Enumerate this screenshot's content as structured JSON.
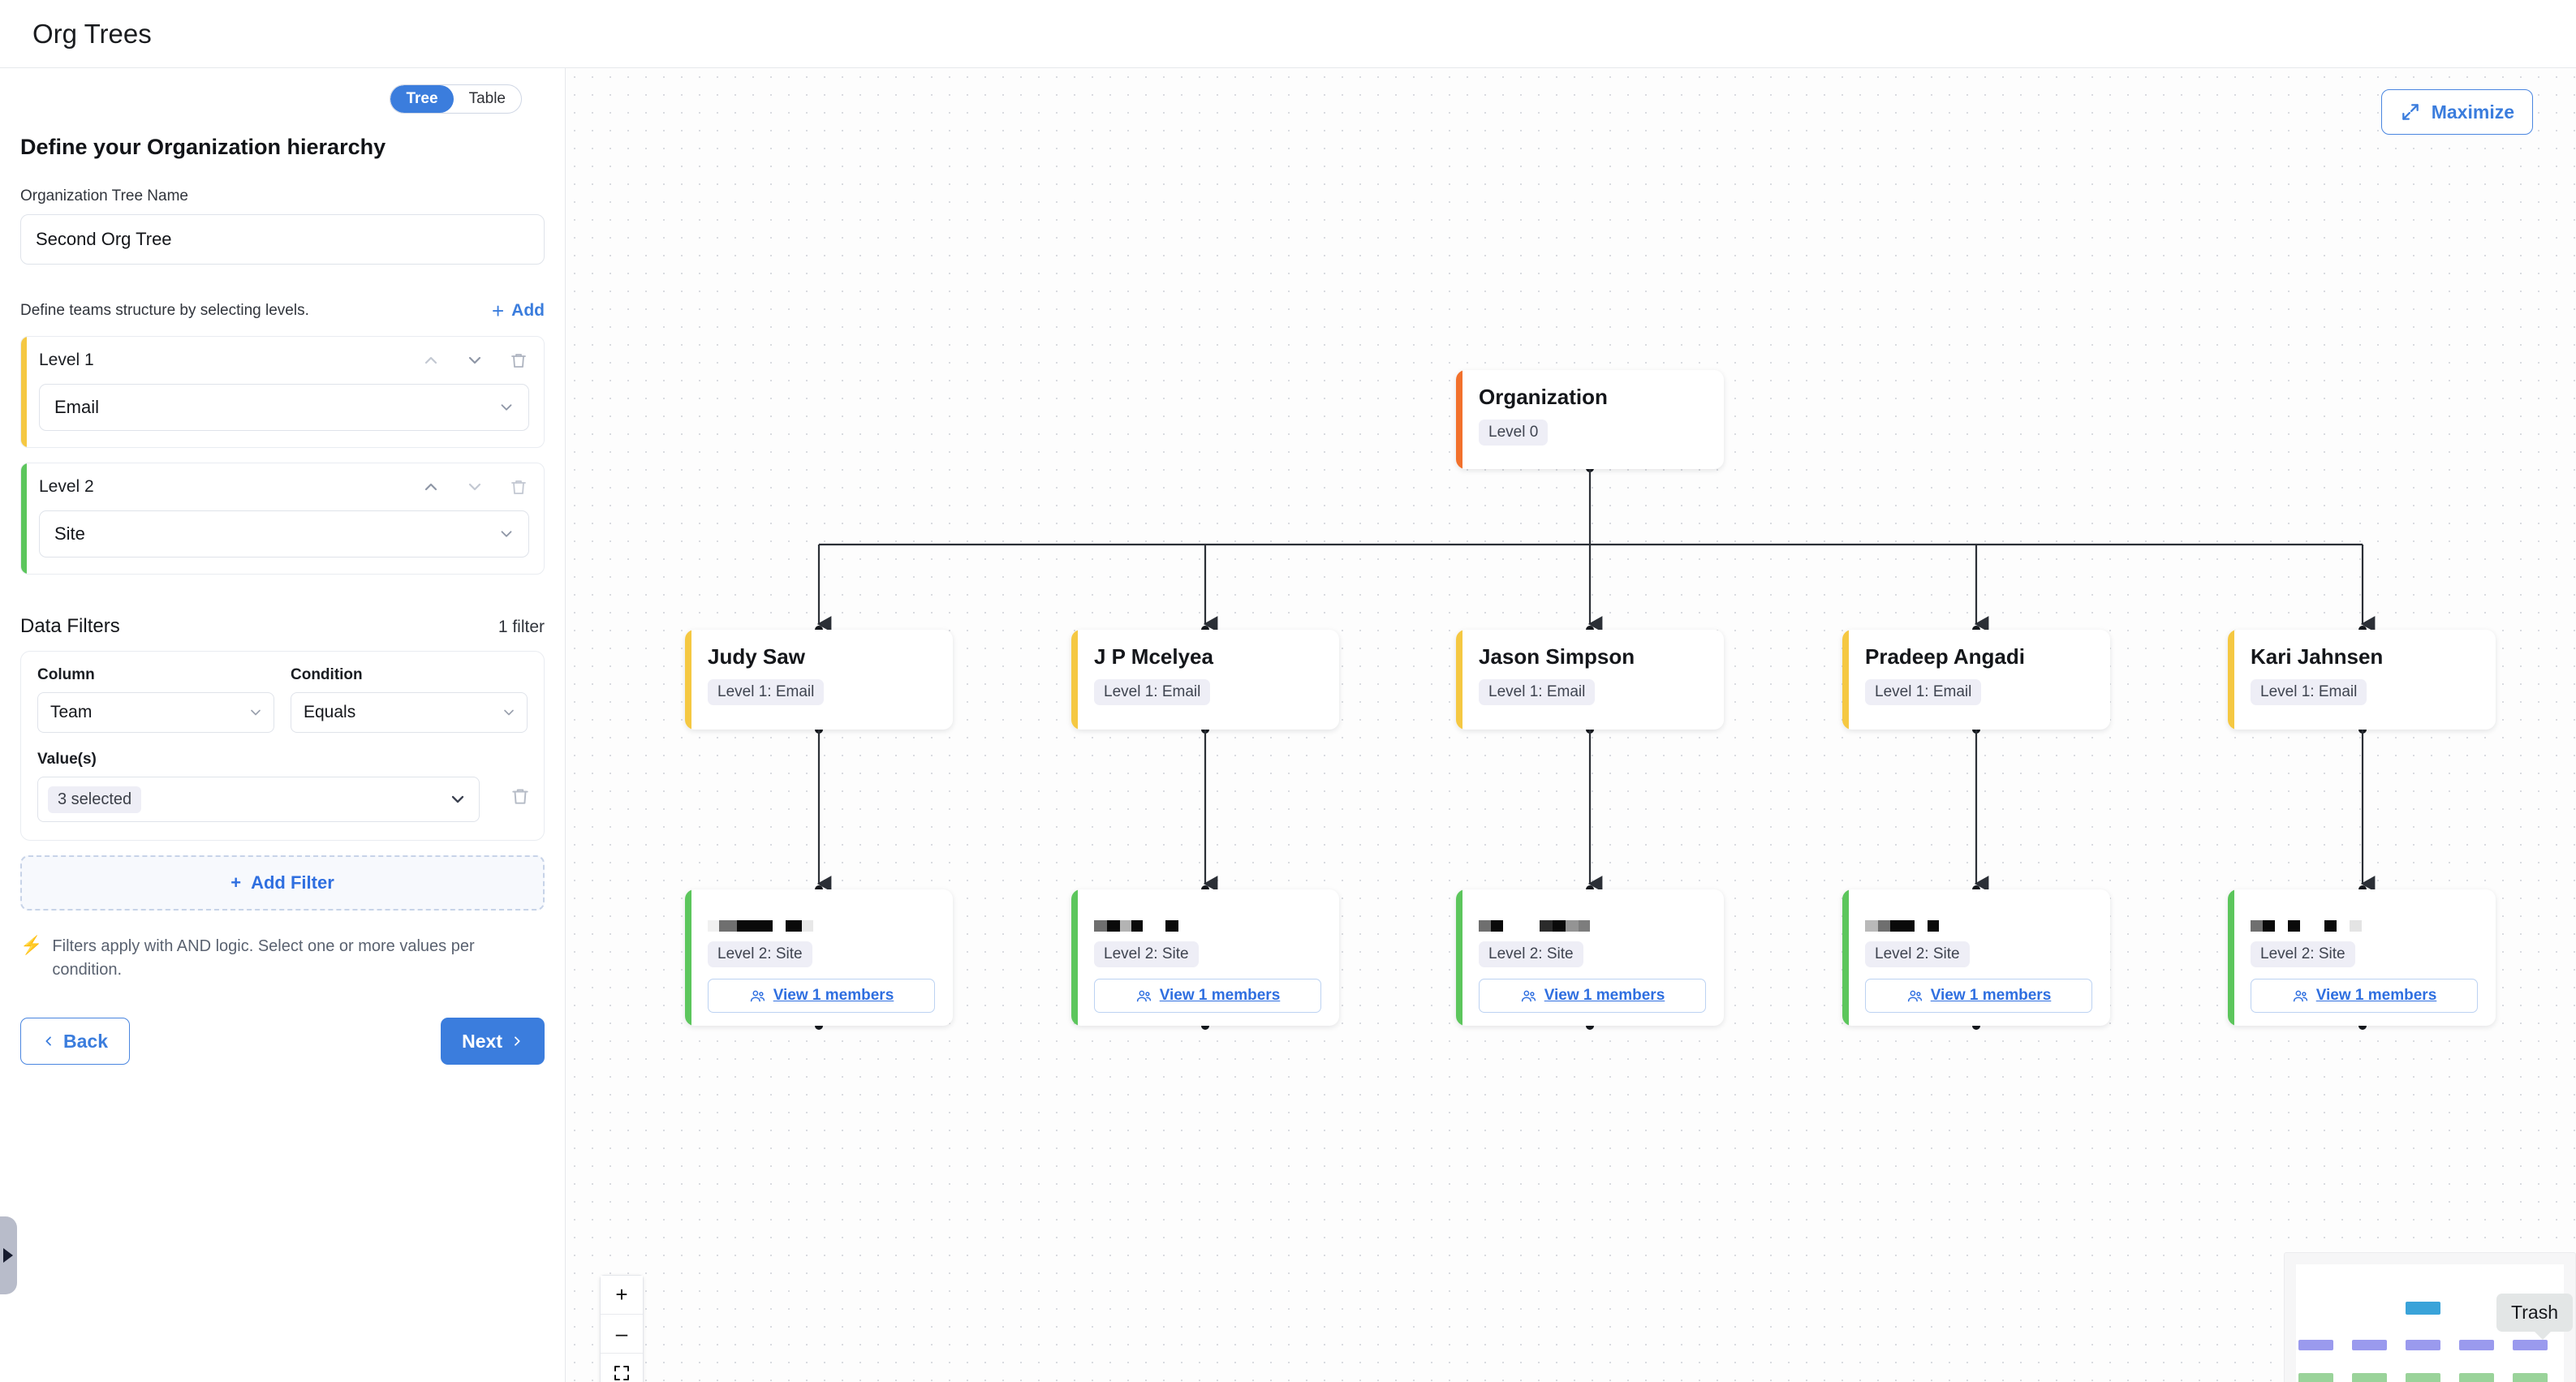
{
  "app": {
    "title": "Org Trees"
  },
  "view_toggle": {
    "options": [
      "Tree",
      "Table"
    ],
    "selected": "Tree"
  },
  "panel": {
    "heading": "Define your Organization hierarchy",
    "tree_name_label": "Organization Tree Name",
    "tree_name_value": "Second Org Tree",
    "levels_hint": "Define teams structure by selecting levels.",
    "add_label": "Add",
    "add_icon": "plus-icon"
  },
  "levels": [
    {
      "name": "Level 1",
      "value": "Email",
      "stripe_color": "#f5c842",
      "move_up_icon": "chevron-up-icon",
      "move_down_icon": "chevron-down-icon",
      "delete_icon": "trash-icon"
    },
    {
      "name": "Level 2",
      "value": "Site",
      "stripe_color": "#5cc65c",
      "move_up_icon": "chevron-up-icon",
      "move_down_icon": "chevron-down-icon",
      "delete_icon": "trash-icon"
    }
  ],
  "filters": {
    "title": "Data Filters",
    "count_label": "1 filter",
    "column_label": "Column",
    "column_value": "Team",
    "condition_label": "Condition",
    "condition_value": "Equals",
    "values_label": "Value(s)",
    "values_chip": "3 selected",
    "delete_icon": "trash-icon",
    "add_filter_label": "Add Filter",
    "add_filter_icon": "plus-icon",
    "hint_icon": "bolt-icon",
    "hint_text": "Filters apply with AND logic. Select one or more values per condition."
  },
  "nav": {
    "back_label": "Back",
    "next_label": "Next",
    "back_icon": "chevron-left-icon",
    "next_icon": "chevron-right-icon"
  },
  "canvas": {
    "maximize_label": "Maximize",
    "maximize_icon": "expand-arrows-icon",
    "zoom_in_label": "+",
    "zoom_out_label": "–",
    "fit_view_icon": "fit-view-icon",
    "trash_tooltip": "Trash",
    "side_handle_icon": "play-triangle-icon"
  },
  "tree": {
    "root": {
      "title": "Organization",
      "badge": "Level 0",
      "stripe_color": "#f2712c"
    },
    "level1": [
      {
        "title": "Judy Saw",
        "badge": "Level 1: Email",
        "stripe_color": "#f5c842"
      },
      {
        "title": "J P Mcelyea",
        "badge": "Level 1: Email",
        "stripe_color": "#f5c842"
      },
      {
        "title": "Jason Simpson",
        "badge": "Level 1: Email",
        "stripe_color": "#f5c842"
      },
      {
        "title": "Pradeep Angadi",
        "badge": "Level 1: Email",
        "stripe_color": "#f5c842"
      },
      {
        "title": "Kari Jahnsen",
        "badge": "Level 1: Email",
        "stripe_color": "#f5c842"
      }
    ],
    "level2": [
      {
        "title_redacted": true,
        "badge": "Level 2: Site",
        "members_label": "View 1 members",
        "members_icon": "people-icon",
        "stripe_color": "#5cc65c",
        "blocks": [
          {
            "w": 14,
            "h": 14,
            "c": "#f0f0f0",
            "t": 20
          },
          {
            "w": 22,
            "h": 14,
            "c": "#6f6f6f",
            "t": 6
          },
          {
            "w": 44,
            "h": 14,
            "c": "#0a0a0a",
            "t": 20
          },
          {
            "w": 16,
            "h": 14,
            "c": "#ffffff",
            "t": 20
          },
          {
            "w": 20,
            "h": 14,
            "c": "#0a0a0a",
            "t": 20
          },
          {
            "w": 14,
            "h": 14,
            "c": "#e8e8e8",
            "t": 20
          }
        ]
      },
      {
        "title_redacted": true,
        "badge": "Level 2: Site",
        "members_label": "View 1 members",
        "members_icon": "people-icon",
        "stripe_color": "#5cc65c",
        "blocks": [
          {
            "w": 16,
            "h": 14,
            "c": "#6f6f6f",
            "t": 6
          },
          {
            "w": 16,
            "h": 14,
            "c": "#0a0a0a",
            "t": 20
          },
          {
            "w": 14,
            "h": 14,
            "c": "#b3b3b3",
            "t": 20
          },
          {
            "w": 14,
            "h": 14,
            "c": "#0a0a0a",
            "t": 20
          },
          {
            "w": 28,
            "h": 14,
            "c": "#ffffff",
            "t": 20
          },
          {
            "w": 16,
            "h": 14,
            "c": "#0a0a0a",
            "t": 20
          }
        ]
      },
      {
        "title_redacted": true,
        "badge": "Level 2: Site",
        "members_label": "View 1 members",
        "members_icon": "people-icon",
        "stripe_color": "#5cc65c",
        "blocks": [
          {
            "w": 15,
            "h": 14,
            "c": "#6f6f6f",
            "t": 6
          },
          {
            "w": 15,
            "h": 14,
            "c": "#0a0a0a",
            "t": 20
          },
          {
            "w": 45,
            "h": 14,
            "c": "#ffffff",
            "t": 20
          },
          {
            "w": 16,
            "h": 14,
            "c": "#2b2b2b",
            "t": 20
          },
          {
            "w": 16,
            "h": 14,
            "c": "#0a0a0a",
            "t": 20
          },
          {
            "w": 16,
            "h": 14,
            "c": "#949494",
            "t": 20
          },
          {
            "w": 14,
            "h": 14,
            "c": "#7d7d7d",
            "t": 20
          }
        ]
      },
      {
        "title_redacted": true,
        "badge": "Level 2: Site",
        "members_label": "View 1 members",
        "members_icon": "people-icon",
        "stripe_color": "#5cc65c",
        "blocks": [
          {
            "w": 16,
            "h": 14,
            "c": "#b9b9b9",
            "t": 20
          },
          {
            "w": 15,
            "h": 14,
            "c": "#6f6f6f",
            "t": 6
          },
          {
            "w": 30,
            "h": 14,
            "c": "#0a0a0a",
            "t": 20
          },
          {
            "w": 16,
            "h": 14,
            "c": "#ffffff",
            "t": 20
          },
          {
            "w": 14,
            "h": 14,
            "c": "#0a0a0a",
            "t": 20
          }
        ]
      },
      {
        "title_redacted": true,
        "badge": "Level 2: Site",
        "members_label": "View 1 members",
        "members_icon": "people-icon",
        "stripe_color": "#5cc65c",
        "blocks": [
          {
            "w": 15,
            "h": 14,
            "c": "#6f6f6f",
            "t": 6
          },
          {
            "w": 15,
            "h": 14,
            "c": "#0a0a0a",
            "t": 20
          },
          {
            "w": 16,
            "h": 14,
            "c": "#ffffff",
            "t": 20
          },
          {
            "w": 15,
            "h": 14,
            "c": "#0a0a0a",
            "t": 20
          },
          {
            "w": 30,
            "h": 14,
            "c": "#ffffff",
            "t": 20
          },
          {
            "w": 15,
            "h": 14,
            "c": "#0a0a0a",
            "t": 20
          },
          {
            "w": 16,
            "h": 14,
            "c": "#ffffff",
            "t": 20
          },
          {
            "w": 15,
            "h": 14,
            "c": "#e4e4e4",
            "t": 20
          }
        ]
      }
    ]
  },
  "minimap": {
    "root_color": "#3aa3d9",
    "level1_color": "#9a9aee",
    "level2_color": "#9ad39a"
  }
}
